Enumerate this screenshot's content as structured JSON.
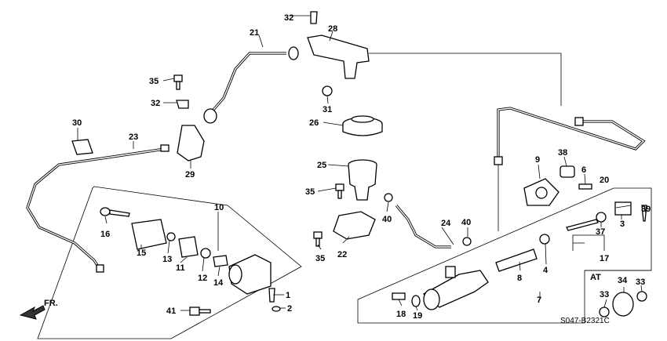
{
  "diagram": {
    "code": "S047-B2321C",
    "at_label": "AT",
    "fr_label": "FR.",
    "callouts": {
      "c1": "1",
      "c2": "2",
      "c3": "3",
      "c4": "4",
      "c6": "6",
      "c7": "7",
      "c8": "8",
      "c9": "9",
      "c10": "10",
      "c11": "11",
      "c12": "12",
      "c13": "13",
      "c14": "14",
      "c15": "15",
      "c16": "16",
      "c17": "17",
      "c18": "18",
      "c19": "19",
      "c20": "20",
      "c21": "21",
      "c22": "22",
      "c23": "23",
      "c24": "24",
      "c25": "25",
      "c26": "26",
      "c28": "28",
      "c29": "29",
      "c30": "30",
      "c31": "31",
      "c32a": "32",
      "c32b": "32",
      "c33a": "33",
      "c33b": "33",
      "c34": "34",
      "c35a": "35",
      "c35b": "35",
      "c35c": "35",
      "c37": "37",
      "c38": "38",
      "c39": "39",
      "c40a": "40",
      "c40b": "40",
      "c41": "41"
    }
  }
}
